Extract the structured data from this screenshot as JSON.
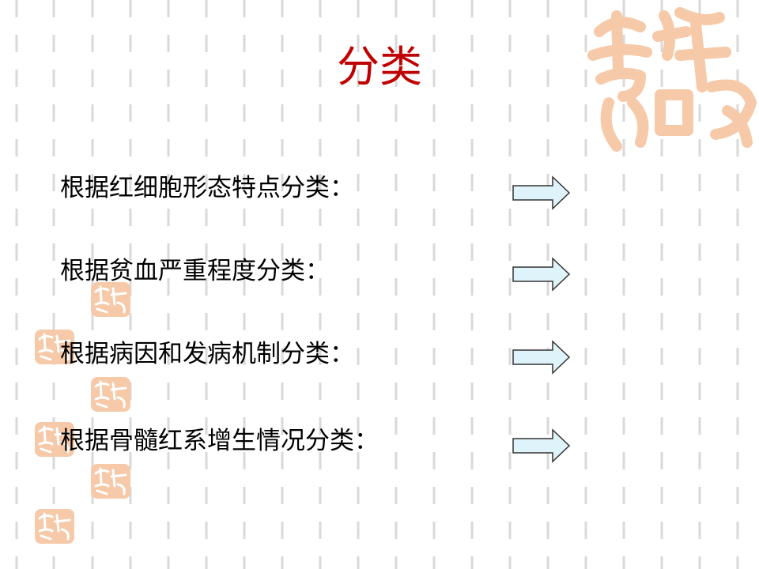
{
  "slide": {
    "title": "分类",
    "items": [
      {
        "label": "根据红细胞形态特点分类："
      },
      {
        "label": "根据贫血严重程度分类："
      },
      {
        "label": "根据病因和发病机制分类："
      },
      {
        "label": "根据骨髓红系增生情况分类："
      }
    ]
  },
  "decor": {
    "seal_icon": "auspicious-seal-icon",
    "seal_color": "#f6c9a8",
    "arrow_fill": "#dff3fb",
    "title_color": "#c00000",
    "guide_line_color": "#d9d9d9"
  }
}
